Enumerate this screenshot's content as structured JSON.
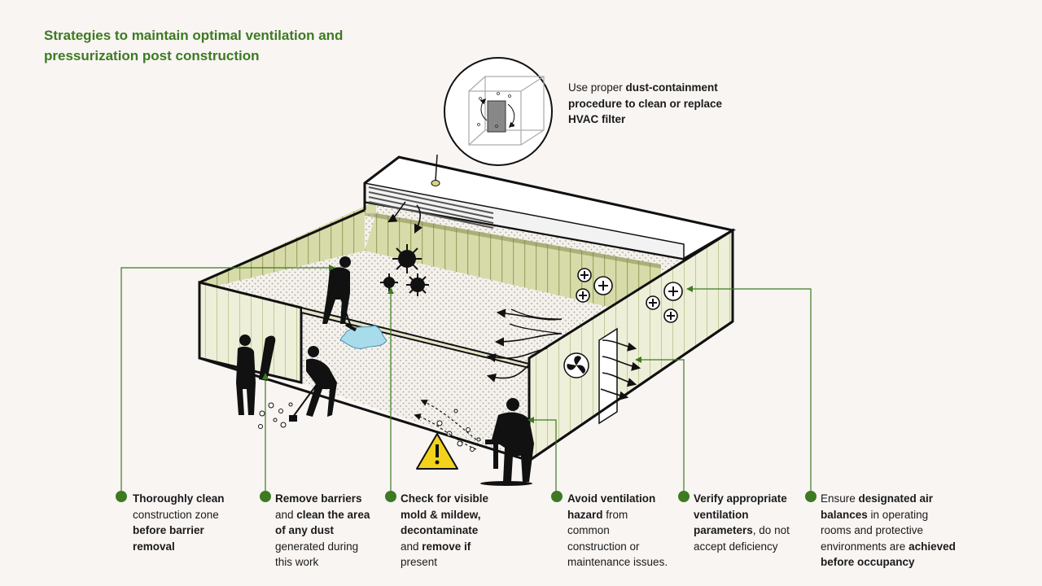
{
  "title": {
    "line1": "Strategies to maintain optimal ventilation and",
    "line2": "pressurization  post construction"
  },
  "filter_note": {
    "normal1": "Use proper ",
    "bold1": "dust-containment procedure to clean or replace HVAC filter"
  },
  "strategies": [
    {
      "lines": [
        [
          "Thoroughly clean",
          "b"
        ],
        [
          "construction zone",
          "n"
        ],
        [
          "before barrier",
          "b"
        ],
        [
          "removal",
          "b"
        ]
      ]
    },
    {
      "lines": [
        [
          "Remove barriers",
          "b"
        ],
        [
          "and ",
          "n",
          "clean the area",
          "b"
        ],
        [
          "of any dust",
          "b"
        ],
        [
          "generated during",
          "n"
        ],
        [
          "this work",
          "n"
        ]
      ]
    },
    {
      "lines": [
        [
          "Check for visible",
          "b"
        ],
        [
          "mold  & mildew,",
          "b"
        ],
        [
          "decontaminate",
          "b"
        ],
        [
          "and ",
          "n",
          "remove if",
          "b"
        ],
        [
          "present",
          "n"
        ]
      ]
    },
    {
      "lines": [
        [
          "Avoid ventilation",
          "b"
        ],
        [
          "hazard",
          "b",
          " from",
          "n"
        ],
        [
          "common",
          "n"
        ],
        [
          "construction or",
          "n"
        ],
        [
          "maintenance issues.",
          "n"
        ]
      ]
    },
    {
      "lines": [
        [
          "Verify appropriate",
          "b"
        ],
        [
          "ventilation",
          "b"
        ],
        [
          "parameters",
          "b",
          ", do not",
          "n"
        ],
        [
          "accept deficiency",
          "n"
        ]
      ]
    },
    {
      "lines": [
        [
          "Ensure ",
          "n",
          "designated air",
          "b"
        ],
        [
          "balances",
          "b",
          " in operating",
          "n"
        ],
        [
          "rooms and protective",
          "n"
        ],
        [
          "environments are ",
          "n",
          "achieved",
          "b"
        ],
        [
          "before occupancy",
          "b"
        ]
      ]
    }
  ],
  "colors": {
    "accent": "#3d7a22",
    "wall": "#e7e9cc",
    "wall_stripe": "#a8ae6e",
    "floor_dot": "#b8b0a4",
    "water": "#a9dcea",
    "warning": "#f3d21b"
  },
  "icons": [
    "magnifier-callout-icon",
    "filter-cube-icon",
    "virus-icon",
    "plus-pressure-icon",
    "fan-icon",
    "warning-icon",
    "airflow-arrow-icon",
    "worker-silhouette-icon"
  ]
}
